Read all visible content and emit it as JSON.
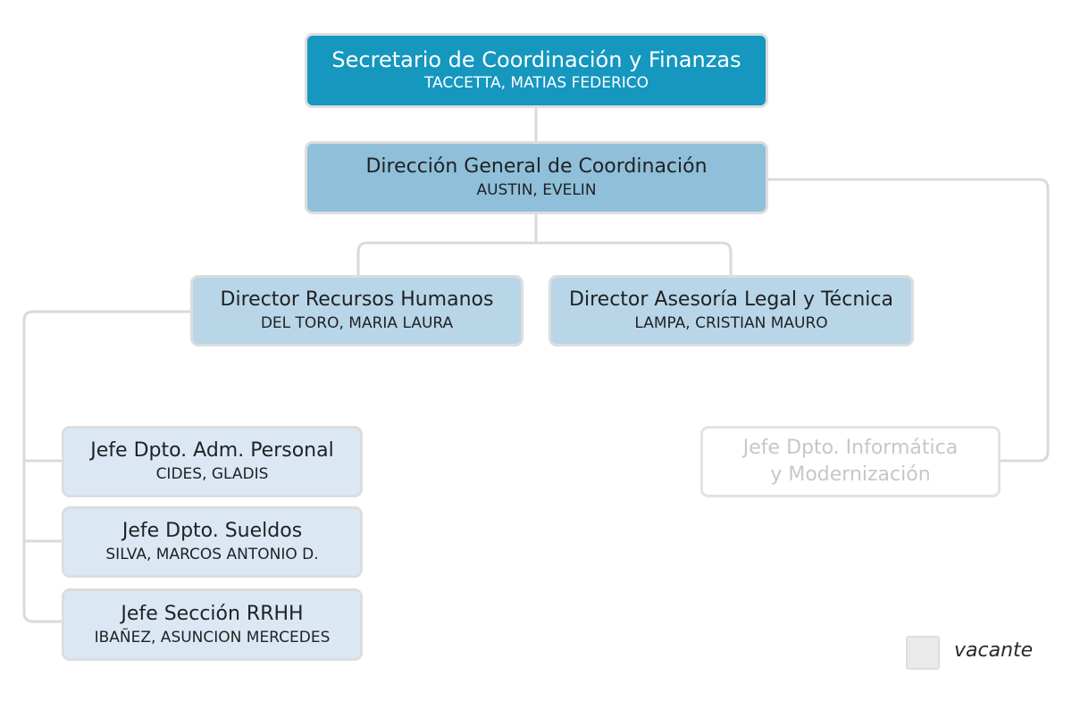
{
  "colors": {
    "connector": "#d9dadc",
    "level0": "#1597bf",
    "level1": "#8fbfd9",
    "level2": "#b9d6e8",
    "level3": "#dbe8f3",
    "vacant": "#eaeaea"
  },
  "nodes": [
    {
      "title": "Secretario de Coordinación y Finanzas",
      "name": "TACCETTA, MATIAS FEDERICO"
    },
    {
      "title": "Dirección General de Coordinación",
      "name": "AUSTIN, EVELIN"
    },
    {
      "title": "Director Recursos Humanos",
      "name": "DEL TORO, MARIA LAURA"
    },
    {
      "title": "Director Asesoría Legal y Técnica",
      "name": "LAMPA, CRISTIAN MAURO"
    },
    {
      "title": "Jefe Dpto. Adm. Personal",
      "name": "CIDES, GLADIS"
    },
    {
      "title": "Jefe Dpto. Sueldos",
      "name": "SILVA, MARCOS ANTONIO D."
    },
    {
      "title": "Jefe Sección RRHH",
      "name": "IBAÑEZ, ASUNCION MERCEDES"
    },
    {
      "title_lines": [
        "Jefe Dpto. Informática",
        "y Modernización"
      ],
      "vacant": true
    }
  ],
  "legend": {
    "label": "vacante"
  }
}
